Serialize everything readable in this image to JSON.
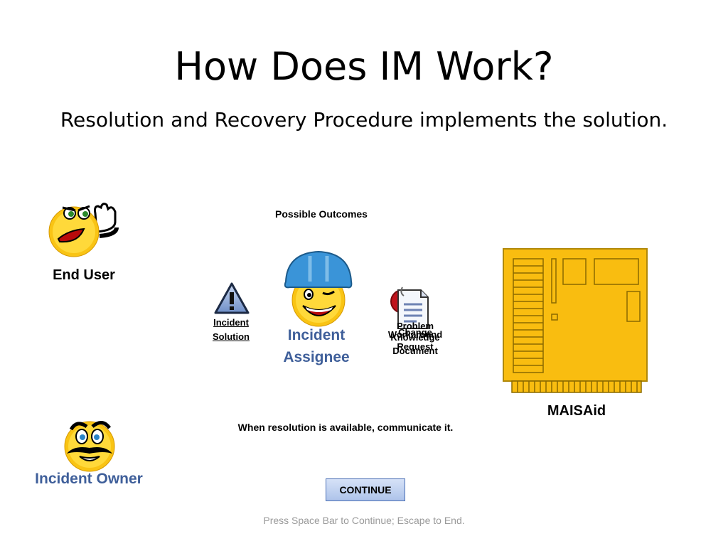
{
  "slide": {
    "title": "How Does IM Work?",
    "subtitle": "Resolution and Recovery Procedure implements the solution."
  },
  "actors": {
    "end_user": "End User",
    "incident_assignee_line1": "Incident",
    "incident_assignee_line2": "Assignee",
    "incident_owner": "Incident Owner",
    "maisaid": "MAISAid"
  },
  "outcomes": {
    "heading": "Possible Outcomes",
    "incident_solution_line1": "Incident",
    "incident_solution_line2": "Solution",
    "overlapping_labels": [
      "Problem",
      "Change",
      "Workaround",
      "Request",
      "Knowledge",
      "Document"
    ]
  },
  "instruction": "When resolution is available, communicate it.",
  "controls": {
    "continue_label": "CONTINUE"
  },
  "footer": "Press Space Bar to Continue; Escape to End.",
  "colors": {
    "accent_blue": "#3f5f9a",
    "board_fill": "#f9bd10",
    "board_stroke": "#b0880a",
    "button_fill": "#c3d3f0"
  }
}
